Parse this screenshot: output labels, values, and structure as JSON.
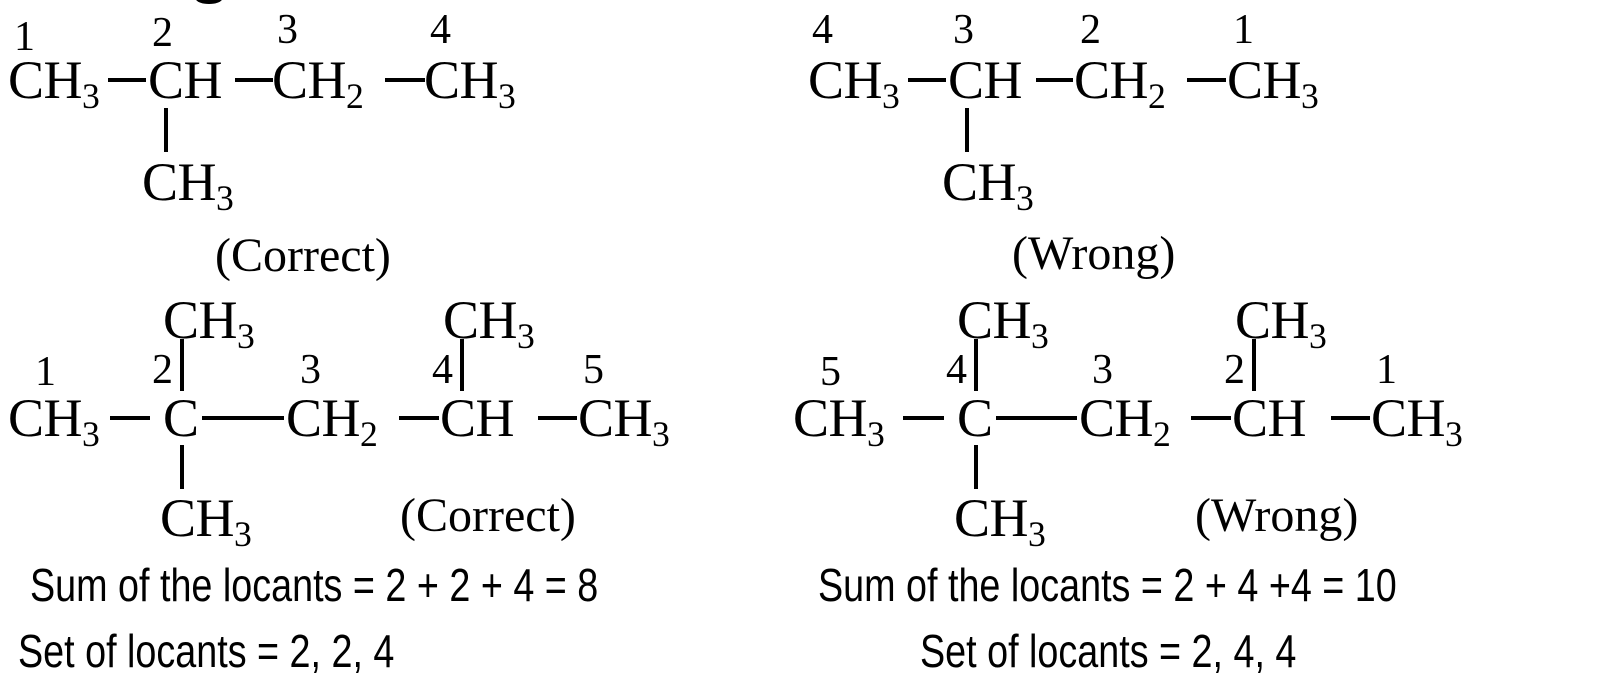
{
  "background_color": "#ffffff",
  "ink_color": "#000000",
  "structures": [
    {
      "id": "top-left",
      "verdict": "(Correct)",
      "chain": [
        {
          "locant": "1",
          "formula_main": "CH",
          "formula_sub": "3"
        },
        {
          "locant": "2",
          "formula_main": "CH",
          "formula_sub": ""
        },
        {
          "locant": "3",
          "formula_main": "CH",
          "formula_sub": "2"
        },
        {
          "locant": "4",
          "formula_main": "CH",
          "formula_sub": "3"
        }
      ],
      "branches": [
        {
          "attached_to_locant": "2",
          "direction": "down",
          "formula_main": "CH",
          "formula_sub": "3"
        }
      ]
    },
    {
      "id": "top-right",
      "verdict": "(Wrong)",
      "chain": [
        {
          "locant": "4",
          "formula_main": "CH",
          "formula_sub": "3"
        },
        {
          "locant": "3",
          "formula_main": "CH",
          "formula_sub": ""
        },
        {
          "locant": "2",
          "formula_main": "CH",
          "formula_sub": "2"
        },
        {
          "locant": "1",
          "formula_main": "CH",
          "formula_sub": "3"
        }
      ],
      "branches": [
        {
          "attached_to_locant": "3",
          "direction": "down",
          "formula_main": "CH",
          "formula_sub": "3"
        }
      ]
    },
    {
      "id": "bottom-left",
      "verdict": "(Correct)",
      "chain": [
        {
          "locant": "1",
          "formula_main": "CH",
          "formula_sub": "3"
        },
        {
          "locant": "2",
          "formula_main": "C",
          "formula_sub": ""
        },
        {
          "locant": "3",
          "formula_main": "CH",
          "formula_sub": "2"
        },
        {
          "locant": "4",
          "formula_main": "CH",
          "formula_sub": ""
        },
        {
          "locant": "5",
          "formula_main": "CH",
          "formula_sub": "3"
        }
      ],
      "branches": [
        {
          "attached_to_locant": "2",
          "direction": "up",
          "formula_main": "CH",
          "formula_sub": "3"
        },
        {
          "attached_to_locant": "2",
          "direction": "down",
          "formula_main": "CH",
          "formula_sub": "3"
        },
        {
          "attached_to_locant": "4",
          "direction": "up",
          "formula_main": "CH",
          "formula_sub": "3"
        }
      ],
      "summary": {
        "sum_line": "Sum of the locants = 2 + 2 + 4 = 8",
        "set_line": "Set of locants = 2, 2, 4"
      }
    },
    {
      "id": "bottom-right",
      "verdict": "(Wrong)",
      "chain": [
        {
          "locant": "5",
          "formula_main": "CH",
          "formula_sub": "3"
        },
        {
          "locant": "4",
          "formula_main": "C",
          "formula_sub": ""
        },
        {
          "locant": "3",
          "formula_main": "CH",
          "formula_sub": "2"
        },
        {
          "locant": "2",
          "formula_main": "CH",
          "formula_sub": ""
        },
        {
          "locant": "1",
          "formula_main": "CH",
          "formula_sub": "3"
        }
      ],
      "branches": [
        {
          "attached_to_locant": "4",
          "direction": "up",
          "formula_main": "CH",
          "formula_sub": "3"
        },
        {
          "attached_to_locant": "4",
          "direction": "down",
          "formula_main": "CH",
          "formula_sub": "3"
        },
        {
          "attached_to_locant": "2",
          "direction": "up",
          "formula_main": "CH",
          "formula_sub": "3"
        }
      ],
      "summary": {
        "sum_line": "Sum of the locants = 2 + 4 +4 = 10",
        "set_line": "Set of locants = 2, 4, 4"
      }
    }
  ]
}
